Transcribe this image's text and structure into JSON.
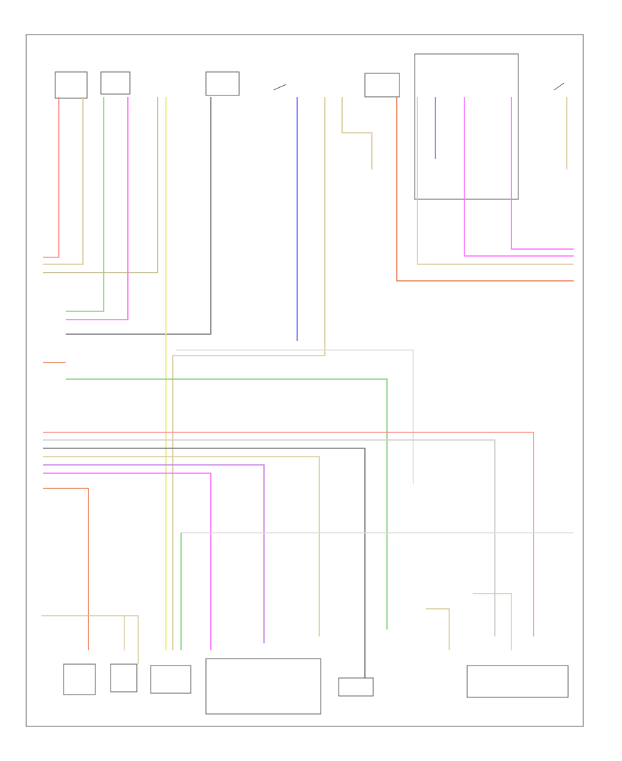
{
  "diagram": {
    "page_marker": "",
    "colors": {
      "frame": "#555555",
      "pink": "#ff8a8a",
      "tan": "#d8c998",
      "green": "#7fd27f",
      "magenta": "#ff66ff",
      "yellow": "#f0f060",
      "gray": "#777777",
      "blue": "#7070ff",
      "orange": "#e87a50",
      "olive": "#b7b37a",
      "purple": "#c27fe0",
      "light_gray": "#bbbbbb"
    },
    "top_components": [
      {
        "id": "lh-door-ajar",
        "label": ""
      },
      {
        "id": "fuel-tank",
        "label": ""
      },
      {
        "id": "hatch-sensor",
        "label": ""
      },
      {
        "id": "door-switch-a",
        "label": ""
      },
      {
        "id": "trunk-lid",
        "label": ""
      },
      {
        "id": "rh-door-ajar",
        "label": ""
      },
      {
        "id": "rh-lock-motor",
        "label": ""
      },
      {
        "id": "passenger-switch",
        "label": ""
      },
      {
        "id": "passenger-door-ajar",
        "label": ""
      }
    ],
    "bottom_components": [
      {
        "id": "driver-door-module",
        "label": ""
      },
      {
        "id": "rear-lock-actuator",
        "label": ""
      },
      {
        "id": "driver-lock-switch",
        "label": ""
      },
      {
        "id": "central-locking-control",
        "label": ""
      },
      {
        "id": "neutral-ground-switch",
        "label": ""
      },
      {
        "id": "trunk-actuator",
        "label": ""
      },
      {
        "id": "rear-lid-motor",
        "label": ""
      }
    ],
    "connectors": [
      {
        "id": "body-control-module",
        "label": ""
      },
      {
        "id": "left-connector",
        "label": ""
      }
    ]
  }
}
